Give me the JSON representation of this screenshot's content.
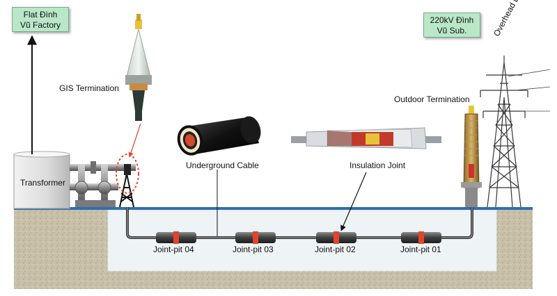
{
  "labels": {
    "factory_line1": "Flat Đình",
    "factory_line2": "Vũ Factory",
    "substation_line1": "220kV Đình",
    "substation_line2": "Vũ Sub.",
    "overhead_line": "Overhead Line",
    "gis_termination": "GIS Termination",
    "outdoor_termination": "Outdoor Termination",
    "underground_cable": "Underground Cable",
    "insulation_joint": "Insulation Joint",
    "transformer": "Transformer",
    "joint_pits": [
      "Joint-pit 04",
      "Joint-pit 03",
      "Joint-pit 02",
      "Joint-pit 01"
    ]
  },
  "colors": {
    "label_box": "#b9e7c8",
    "ground_line": "#2f6fb3",
    "soil": "#c9c0a9",
    "trench": "#eef3f6",
    "cable": "#3a3a3a",
    "joint_band": "#e0452a"
  }
}
